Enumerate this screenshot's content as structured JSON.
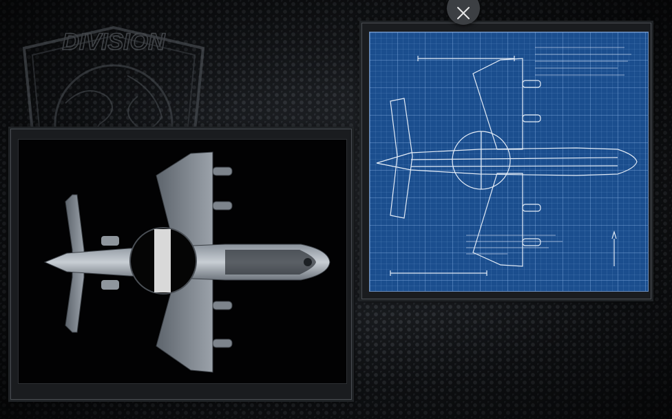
{
  "emblem": {
    "text": "DIVISION"
  },
  "close_button": {
    "icon": "close-icon"
  },
  "left_panel": {
    "image": "aircraft-render",
    "icon": "aircraft-icon"
  },
  "right_panel": {
    "image": "aircraft-blueprint",
    "icon": "blueprint-icon"
  },
  "colors": {
    "background": "#121417",
    "frame": "#1a1c1f",
    "blueprint": "#1b4e8e",
    "close_button": "#3c3f43"
  }
}
